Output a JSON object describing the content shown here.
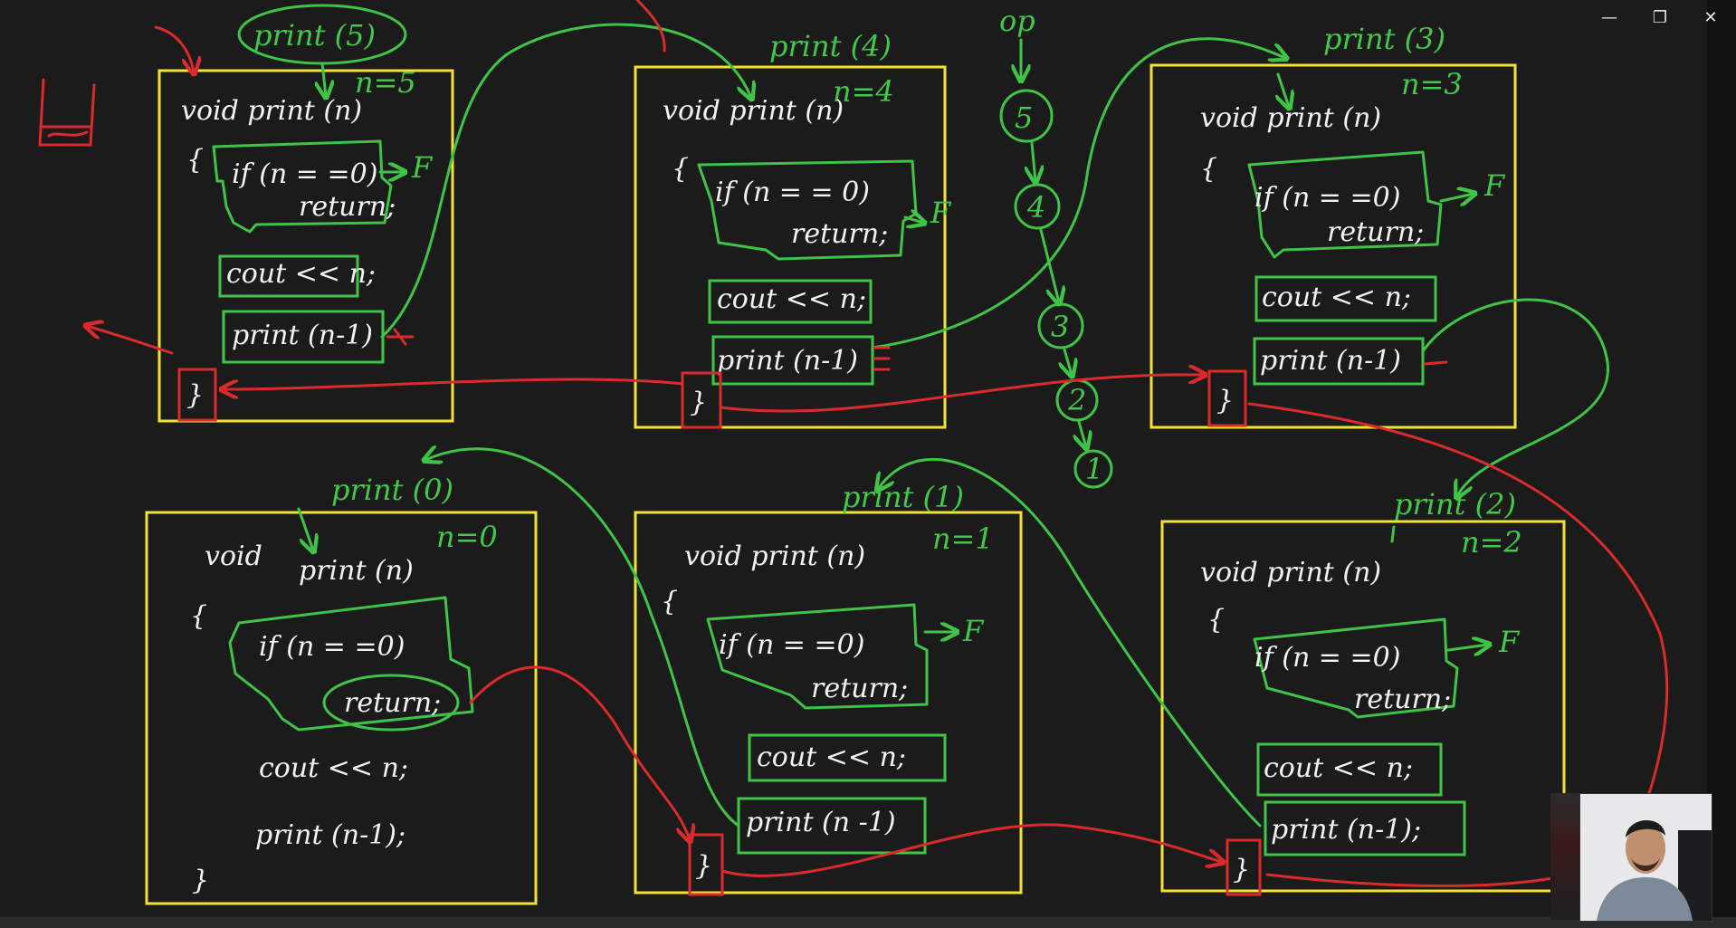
{
  "frames": [
    {
      "call": "print (5)",
      "n_label": "n=5",
      "sig": "void  print (n)",
      "brace_open": "{",
      "if_line": "if (n = =0)",
      "ret_line": "return;",
      "cond_result": "F",
      "cout_line": "cout << n;",
      "rec_line": "print (n-1)",
      "brace_close": "}"
    },
    {
      "call": "print (4)",
      "n_label": "n=4",
      "sig": "void  print (n)",
      "brace_open": "{",
      "if_line": "if (n = = 0)",
      "ret_line": "return;",
      "cond_result": "F",
      "cout_line": "cout << n;",
      "rec_line": "print (n-1)",
      "brace_close": "}"
    },
    {
      "call": "print (3)",
      "n_label": "n=3",
      "sig": "void  print (n)",
      "brace_open": "{",
      "if_line": "if (n = =0)",
      "ret_line": "return;",
      "cond_result": "F",
      "cout_line": "cout << n;",
      "rec_line": "print (n-1)",
      "brace_close": "}"
    },
    {
      "call": "print (0)",
      "n_label": "n=0",
      "sig_void": "void",
      "sig_fn": "print (n)",
      "brace_open": "{",
      "if_line": "if (n = =0)",
      "ret_line": "return;",
      "cout_line": "cout << n;",
      "rec_line": "print (n-1);",
      "brace_close": "}"
    },
    {
      "call": "print (1)",
      "n_label": "n=1",
      "sig": "void  print (n)",
      "brace_open": "{",
      "if_line": "if (n = =0)",
      "ret_line": "return;",
      "cond_result": "F",
      "cout_line": "cout << n;",
      "rec_line": "print (n -1)",
      "brace_close": "}"
    },
    {
      "call": "print (2)",
      "n_label": "n=2",
      "sig": "void  print (n)",
      "brace_open": "{",
      "if_line": "if (n = =0)",
      "ret_line": "return;",
      "cond_result": "F",
      "cout_line": "cout << n;",
      "rec_line": "print (n-1);",
      "brace_close": "}"
    }
  ],
  "output": {
    "label": "op",
    "values": [
      "5",
      "4",
      "3",
      "2",
      "1"
    ]
  },
  "window": {
    "minimize": "—",
    "restore": "❐",
    "close": "✕"
  },
  "colors": {
    "background": "#1b1b1b",
    "box": "#f2e234",
    "green": "#3fc447",
    "red": "#d92b2b",
    "chalk": "#f2f2f2"
  }
}
